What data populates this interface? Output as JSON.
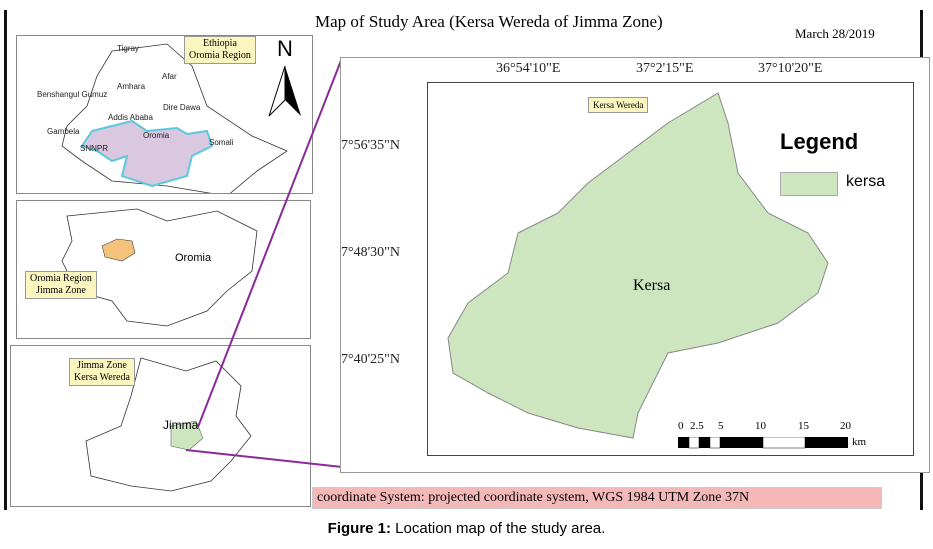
{
  "title": "Map of Study Area (Kersa Wereda of Jimma Zone)",
  "date": "March 28/2019",
  "inset1": {
    "label_line1": "Ethiopia",
    "label_line2": "Oromia Region",
    "north": "N",
    "regions": [
      "Tigray",
      "Afar",
      "Amhara",
      "Benshangul Gumuz",
      "Dire Dawa",
      "Addis Ababa",
      "Oromia",
      "Gambela",
      "SNNPR",
      "Somali"
    ]
  },
  "inset2": {
    "label_line1": "Oromia Region",
    "label_line2": "Jimma Zone",
    "region": "Oromia"
  },
  "inset3": {
    "label_line1": "Jimma Zone",
    "label_line2": "Kersa Wereda",
    "region": "Jimma"
  },
  "main": {
    "label": "Kersa Wereda",
    "area_name": "Kersa",
    "lon_ticks": [
      "36°54'10\"E",
      "37°2'15\"E",
      "37°10'20\"E"
    ],
    "lat_ticks": [
      "7°56'35\"N",
      "7°48'30\"N",
      "7°40'25\"N"
    ],
    "legend_title": "Legend",
    "legend_item": "kersa",
    "scale": {
      "ticks": [
        "0",
        "2.5",
        "5",
        "10",
        "15",
        "20"
      ],
      "unit": "km"
    }
  },
  "coordinate_system": "coordinate System: projected coordinate system, WGS 1984 UTM Zone 37N",
  "caption_bold": "Figure 1:",
  "caption_text": " Location map of the study area.",
  "colors": {
    "kersa": "#cde6bf",
    "oromia": "#d9c8e0",
    "oromia_border": "#5cc8dc",
    "jimma": "#f4c27a",
    "pointer": "#8a2a9a",
    "label_bg": "#fbf6c0",
    "coord_bg": "#f5b8b8"
  }
}
